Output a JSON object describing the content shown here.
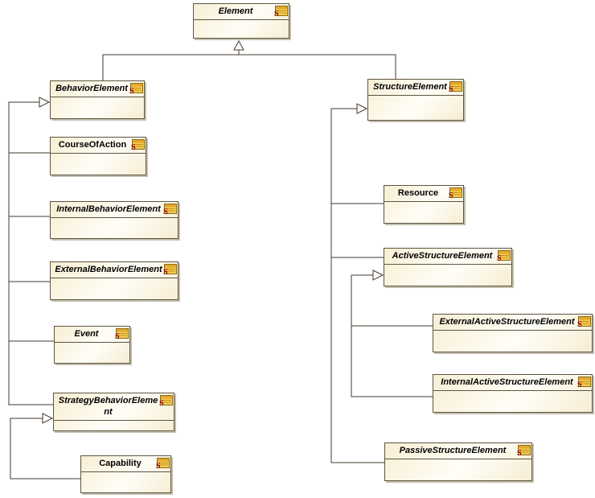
{
  "diagram": {
    "kind": "uml-class-generalization-hierarchy",
    "background_color": "#ffffff",
    "node_fill": "#fbf4dd",
    "node_border_color": "#5e5440",
    "connector_color": "#43392b",
    "title_color": "#000000"
  },
  "icons": {
    "stereotype_icon": {
      "glyph": "S",
      "glyph_color": "#8b0000",
      "fill": "#f2cc55",
      "header_fill": "#e4a92c",
      "border_color": "#8a6a14"
    }
  },
  "nodes": {
    "element": {
      "label": "Element",
      "abstract": true
    },
    "behavior_element": {
      "label": "BehaviorElement",
      "abstract": true
    },
    "course_of_action": {
      "label": "CourseOfAction",
      "abstract": false
    },
    "internal_behavior_element": {
      "label": "InternalBehaviorElement",
      "abstract": true
    },
    "external_behavior_element": {
      "label": "ExternalBehaviorElement",
      "abstract": true
    },
    "event": {
      "label": "Event",
      "abstract": true
    },
    "strategy_behavior_element": {
      "label": "StrategyBehaviorElement",
      "abstract": true
    },
    "capability": {
      "label": "Capability",
      "abstract": false
    },
    "structure_element": {
      "label": "StructureElement",
      "abstract": true
    },
    "resource": {
      "label": "Resource",
      "abstract": false
    },
    "active_structure_element": {
      "label": "ActiveStructureElement",
      "abstract": true
    },
    "external_active_structure_element": {
      "label": "ExternalActiveStructureElement",
      "abstract": true
    },
    "internal_active_structure_element": {
      "label": "InternalActiveStructureElement",
      "abstract": true
    },
    "passive_structure_element": {
      "label": "PassiveStructureElement",
      "abstract": true
    }
  },
  "relations": [
    {
      "from": "BehaviorElement",
      "to": "Element",
      "type": "generalization"
    },
    {
      "from": "StructureElement",
      "to": "Element",
      "type": "generalization"
    },
    {
      "from": "CourseOfAction",
      "to": "BehaviorElement",
      "type": "generalization"
    },
    {
      "from": "InternalBehaviorElement",
      "to": "BehaviorElement",
      "type": "generalization"
    },
    {
      "from": "ExternalBehaviorElement",
      "to": "BehaviorElement",
      "type": "generalization"
    },
    {
      "from": "Event",
      "to": "BehaviorElement",
      "type": "generalization"
    },
    {
      "from": "StrategyBehaviorElement",
      "to": "BehaviorElement",
      "type": "generalization"
    },
    {
      "from": "Capability",
      "to": "StrategyBehaviorElement",
      "type": "generalization"
    },
    {
      "from": "Resource",
      "to": "StructureElement",
      "type": "generalization"
    },
    {
      "from": "ActiveStructureElement",
      "to": "StructureElement",
      "type": "generalization"
    },
    {
      "from": "PassiveStructureElement",
      "to": "StructureElement",
      "type": "generalization"
    },
    {
      "from": "ExternalActiveStructureElement",
      "to": "ActiveStructureElement",
      "type": "generalization"
    },
    {
      "from": "InternalActiveStructureElement",
      "to": "ActiveStructureElement",
      "type": "generalization"
    }
  ]
}
